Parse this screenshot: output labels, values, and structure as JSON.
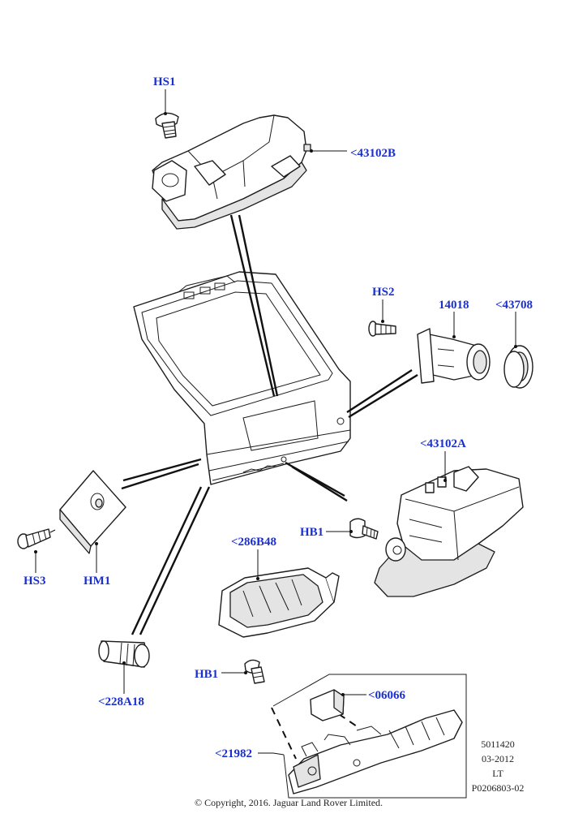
{
  "callouts": {
    "hs1": "HS1",
    "c43102b": "<43102B",
    "hs2": "HS2",
    "c14018": "14018",
    "c43708": "<43708",
    "c43102a": "<43102A",
    "hb1_upper": "HB1",
    "c286b48": "<286B48",
    "hs3": "HS3",
    "hm1": "HM1",
    "c228a18": "<228A18",
    "hb1_lower": "HB1",
    "c06066": "<06066",
    "c21982": "<21982"
  },
  "meta": {
    "line1": "5011420",
    "line2": "03-2012",
    "line3": "LT",
    "line4": "P0206803-02"
  },
  "copyright": "© Copyright, 2016. Jaguar Land Rover Limited.",
  "colors": {
    "callout_text": "#1a2fd0",
    "line_art": "#1c1c1c",
    "shade": "#e4e4e4"
  }
}
